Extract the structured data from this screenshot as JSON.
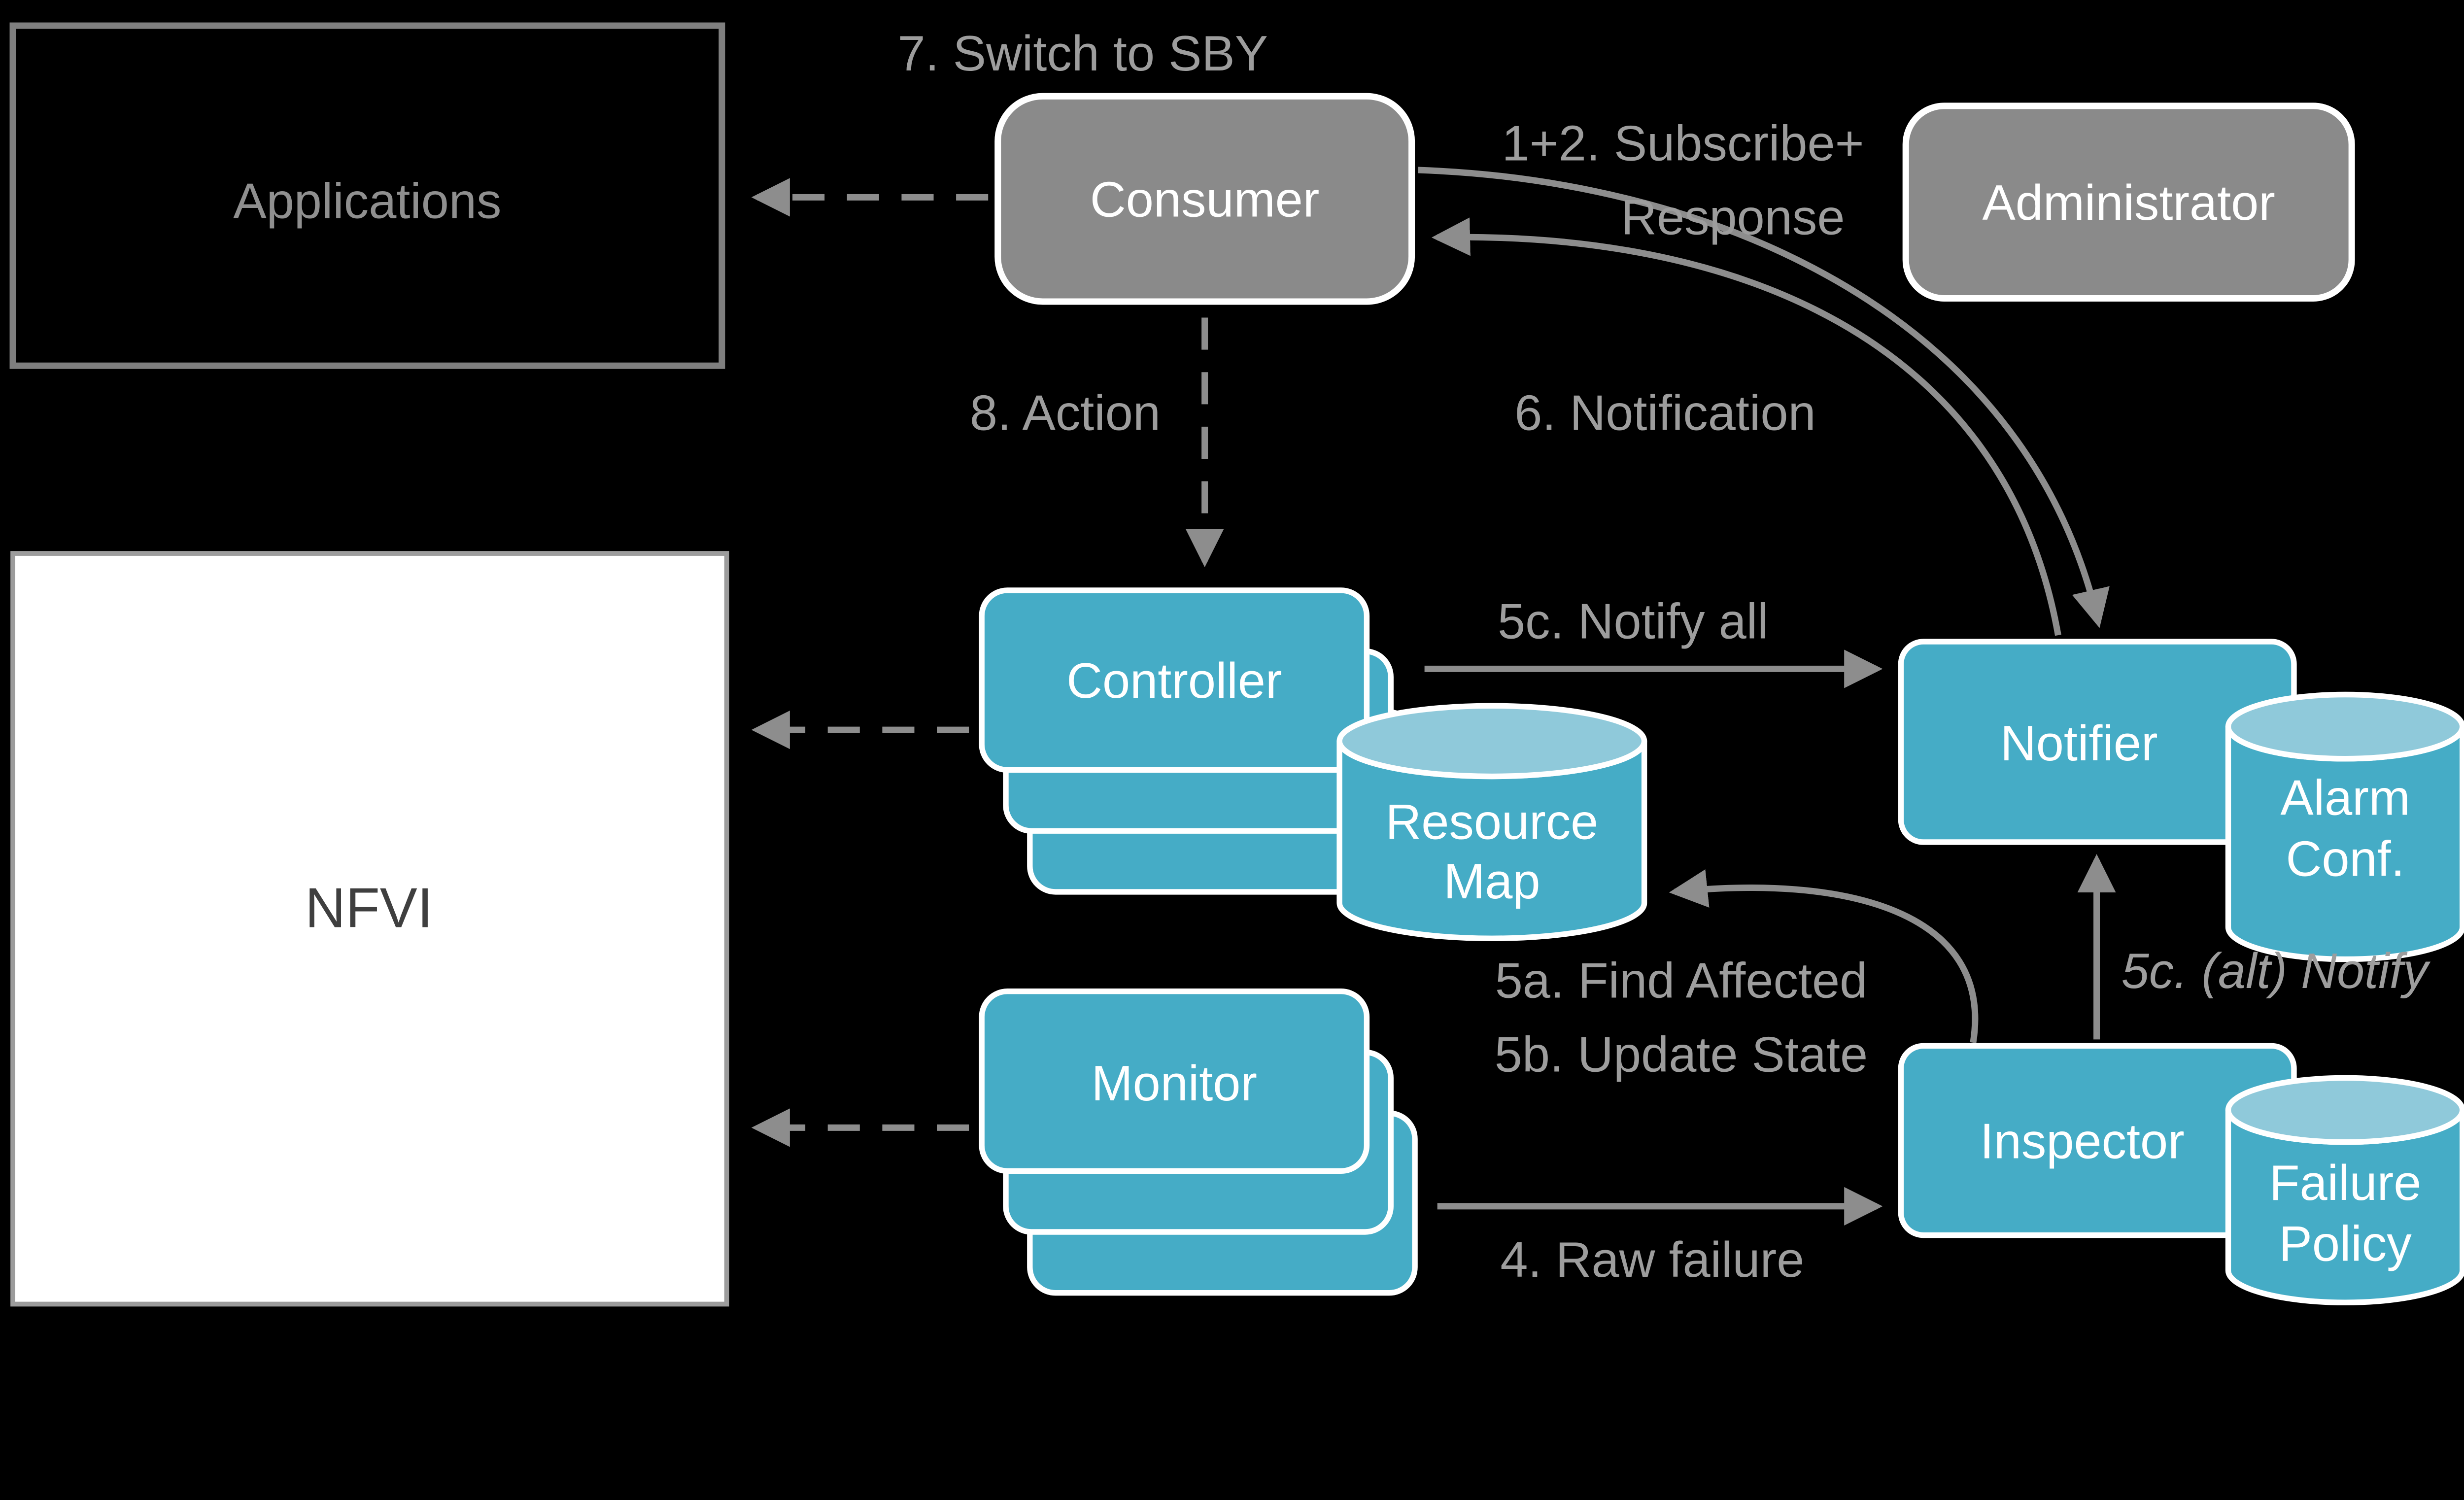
{
  "colors": {
    "background": "#000000",
    "node_teal": "#45ACC6",
    "cylinder_top_teal": "#8FC9DA",
    "node_gray": "#8A8A8A",
    "border_white": "#FFFFFF",
    "label_gray": "#9D9D9D",
    "arrow_gray": "#8D8D8D",
    "nfvi_fill": "#FFFFFF",
    "nfvi_text": "#3F3F3F"
  },
  "nodes": {
    "applications": {
      "label": "Applications"
    },
    "consumer": {
      "label": "Consumer"
    },
    "administrator": {
      "label": "Administrator"
    },
    "nfvi": {
      "label": "NFVI"
    },
    "controller": {
      "label": "Controller"
    },
    "resource_map": {
      "line1": "Resource",
      "line2": "Map"
    },
    "notifier": {
      "label": "Notifier"
    },
    "alarm_conf": {
      "line1": "Alarm",
      "line2": "Conf."
    },
    "monitor": {
      "label": "Monitor"
    },
    "inspector": {
      "label": "Inspector"
    },
    "failure_policy": {
      "line1": "Failure",
      "line2": "Policy"
    }
  },
  "edges": {
    "switch_to_sby": "7. Switch to SBY",
    "subscribe_response": {
      "line1": "1+2. Subscribe+",
      "line2": "Response"
    },
    "action": "8. Action",
    "notification": "6. Notification",
    "notify_all": "5c. Notify all",
    "find_affected": "5a. Find Affected",
    "update_state": "5b. Update State",
    "alt_notify": "5c. (alt) Notify",
    "raw_failure": "4. Raw failure"
  }
}
